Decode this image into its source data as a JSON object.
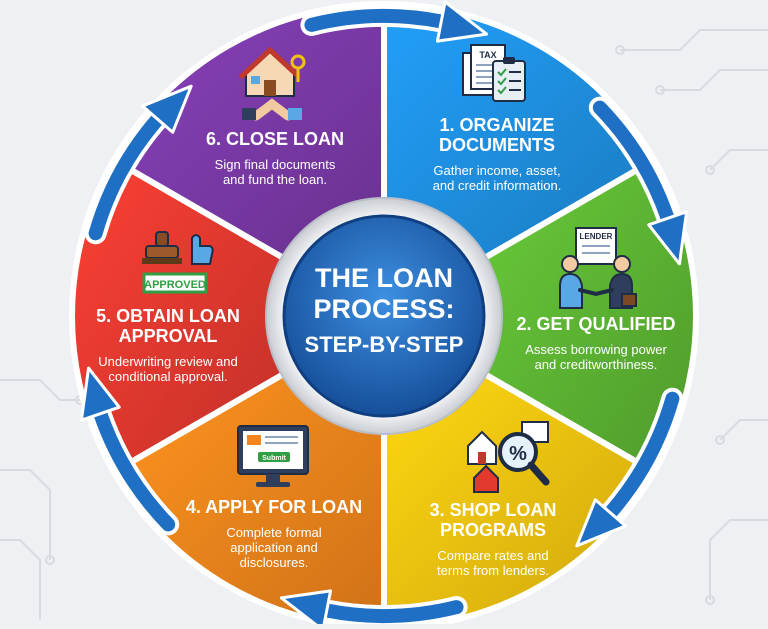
{
  "diagram": {
    "center": {
      "line1": "THE LOAN",
      "line2": "PROCESS:",
      "line3": "STEP-BY-STEP"
    },
    "steps": [
      {
        "title_lines": [
          "1. ORGANIZE",
          "DOCUMENTS"
        ],
        "desc_lines": [
          "Gather income, asset,",
          "and credit information."
        ],
        "icon": "documents-icon",
        "icon_label": "TAX",
        "color": "#1e8fe0"
      },
      {
        "title_lines": [
          "2. GET QUALIFIED"
        ],
        "desc_lines": [
          "Assess borrowing power",
          "and creditworthiness."
        ],
        "icon": "handshake-lender-icon",
        "icon_label": "LENDER",
        "color": "#5db533"
      },
      {
        "title_lines": [
          "3. SHOP LOAN",
          "PROGRAMS"
        ],
        "desc_lines": [
          "Compare rates and",
          "terms from lenders."
        ],
        "icon": "magnifier-percent-icon",
        "color": "#f2c10f"
      },
      {
        "title_lines": [
          "4. APPLY FOR LOAN"
        ],
        "desc_lines": [
          "Complete formal",
          "application and",
          "disclosures."
        ],
        "icon": "computer-form-icon",
        "icon_label": "Submit",
        "color": "#f3851c"
      },
      {
        "title_lines": [
          "5. OBTAIN LOAN",
          "APPROVAL"
        ],
        "desc_lines": [
          "Underwriting review and",
          "conditional approval."
        ],
        "icon": "approved-stamp-icon",
        "icon_label": "APPROVED",
        "color": "#e2392f"
      },
      {
        "title_lines": [
          "6. CLOSE LOAN"
        ],
        "desc_lines": [
          "Sign final documents",
          "and fund the loan."
        ],
        "icon": "house-key-handshake-icon",
        "color": "#7b3aa8"
      }
    ],
    "colors": {
      "background": "#eef0f3",
      "arrow": "#1f6fc4",
      "center": "#1c5fb0"
    }
  }
}
